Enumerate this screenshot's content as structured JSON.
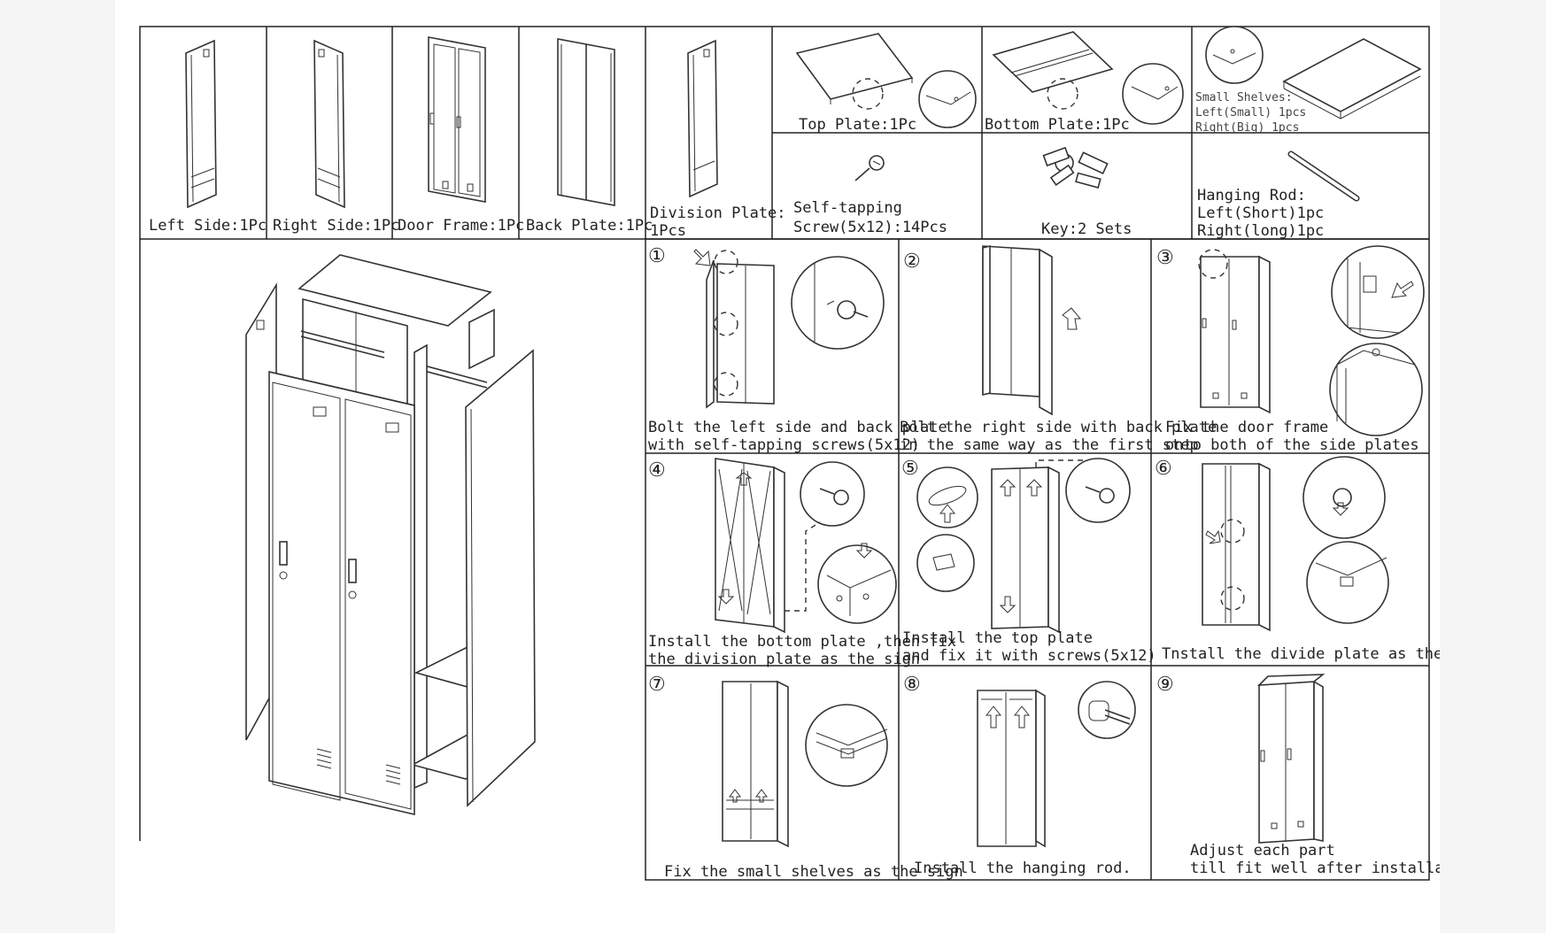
{
  "parts": {
    "left_side": "Left Side:1Pc",
    "right_side": "Right Side:1Pc",
    "door_frame": "Door Frame:1Pc",
    "back_plate": "Back Plate:1Pc",
    "division_plate_1": "Division Plate:",
    "division_plate_2": "1Pcs",
    "top_plate": "Top Plate:1Pc",
    "bottom_plate": "Bottom Plate:1Pc",
    "small_shelves_1": "Small Shelves:",
    "small_shelves_2": "Left(Small) 1pcs",
    "small_shelves_3": "Right(Big) 1pcs",
    "screw_1": "Self-tapping",
    "screw_2": "Screw(5x12):14Pcs",
    "key": "Key:2 Sets",
    "rod_1": "Hanging Rod:",
    "rod_2": "Left(Short)1pc",
    "rod_3": "Right(long)1pc"
  },
  "steps": [
    {
      "num": "①",
      "line1": "Bolt the left side and back plate",
      "line2": "with self-tapping screws(5x12)"
    },
    {
      "num": "②",
      "line1": "Bolt the right side with back plate",
      "line2": "in the same way as the first step"
    },
    {
      "num": "③",
      "line1": "Fix the door frame",
      "line2": "onto both of the side plates"
    },
    {
      "num": "④",
      "line1": "Install the bottom plate ,then fix",
      "line2": "the division plate as the sign"
    },
    {
      "num": "⑤",
      "line1": "Install the top plate",
      "line2": "and fix it with screws(5x12)"
    },
    {
      "num": "⑥",
      "line1": "Tnstall the divide plate as the sign.",
      "line2": ""
    },
    {
      "num": "⑦",
      "line1": "Fix the small shelves as the sign",
      "line2": ""
    },
    {
      "num": "⑧",
      "line1": "Install the hanging rod.",
      "line2": ""
    },
    {
      "num": "⑨",
      "line1": "Adjust each part",
      "line2": "till fit well after installation."
    }
  ]
}
